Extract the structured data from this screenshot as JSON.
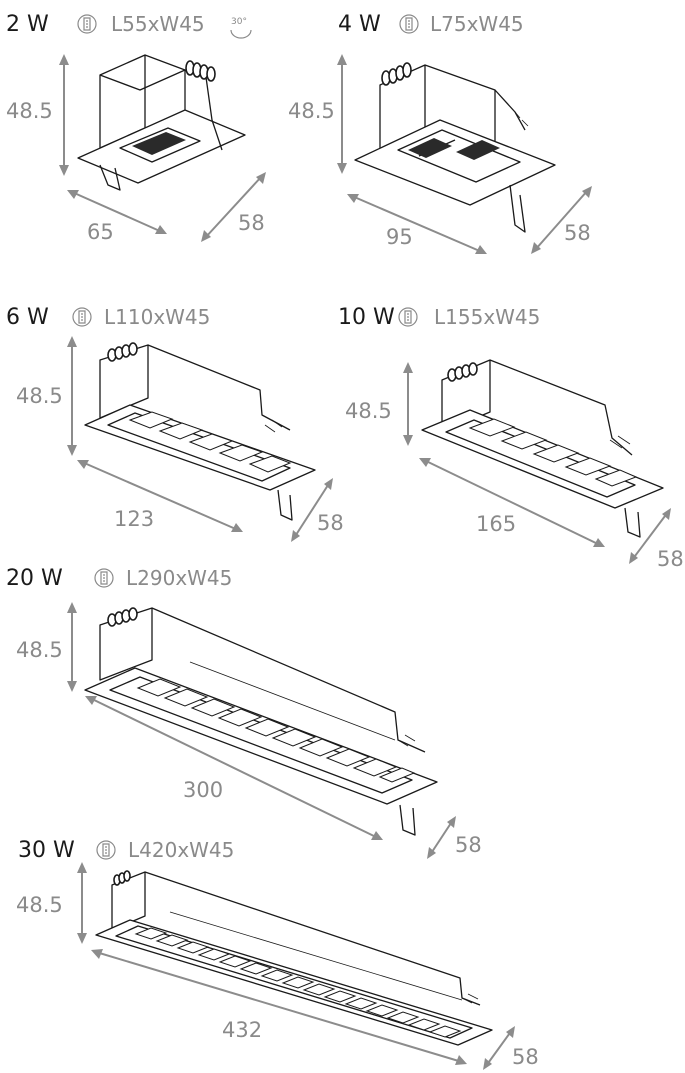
{
  "items": [
    {
      "id": "2w",
      "power": "2 W",
      "cutout": "L55xW45",
      "tilt": "30°",
      "height": "48.5",
      "length": "65",
      "width": "58",
      "cells": 1,
      "icon": "cutout-icon"
    },
    {
      "id": "4w",
      "power": "4 W",
      "cutout": "L75xW45",
      "height": "48.5",
      "length": "95",
      "width": "58",
      "cells": 2,
      "icon": "cutout-icon"
    },
    {
      "id": "6w",
      "power": "6 W",
      "cutout": "L110xW45",
      "height": "48.5",
      "length": "123",
      "width": "58",
      "cells": 5,
      "icon": "cutout-icon"
    },
    {
      "id": "10w",
      "power": "10 W",
      "cutout": "L155xW45",
      "height": "48.5",
      "length": "165",
      "width": "58",
      "cells": 5,
      "icon": "cutout-icon"
    },
    {
      "id": "20w",
      "power": "20 W",
      "cutout": "L290xW45",
      "height": "48.5",
      "length": "300",
      "width": "58",
      "cells": 10,
      "icon": "cutout-icon"
    },
    {
      "id": "30w",
      "power": "30 W",
      "cutout": "L420xW45",
      "height": "48.5",
      "length": "432",
      "width": "58",
      "cells": 15,
      "icon": "cutout-icon"
    }
  ],
  "colors": {
    "text": "#1a1a1a",
    "dim": "#8a8a8a",
    "line": "#1a1a1a"
  }
}
